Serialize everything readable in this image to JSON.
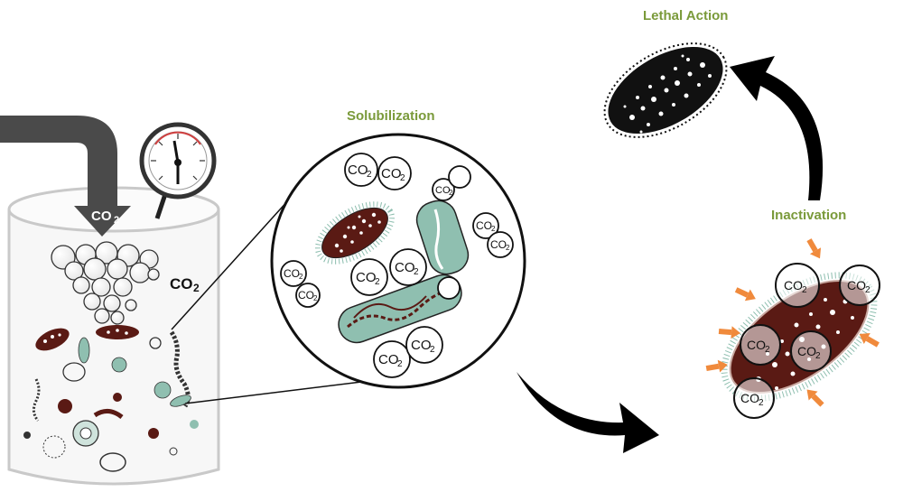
{
  "labels": {
    "solubilization": "Solubilization",
    "lethal_action": "Lethal Action",
    "inactivation": "Inactivation"
  },
  "co2_text": "CO",
  "co2_sub": "2",
  "colors": {
    "label_green": "#7a9a3a",
    "arrow_gray": "#4a4a4a",
    "bacteria_brown": "#5a1a14",
    "bacteria_teal": "#8fbfb0",
    "pressure_arrow_orange": "#f08a3c",
    "black": "#000000"
  },
  "icons": [
    "pressure-gauge-icon",
    "pipe-arrow-icon",
    "curved-arrow-icon"
  ]
}
